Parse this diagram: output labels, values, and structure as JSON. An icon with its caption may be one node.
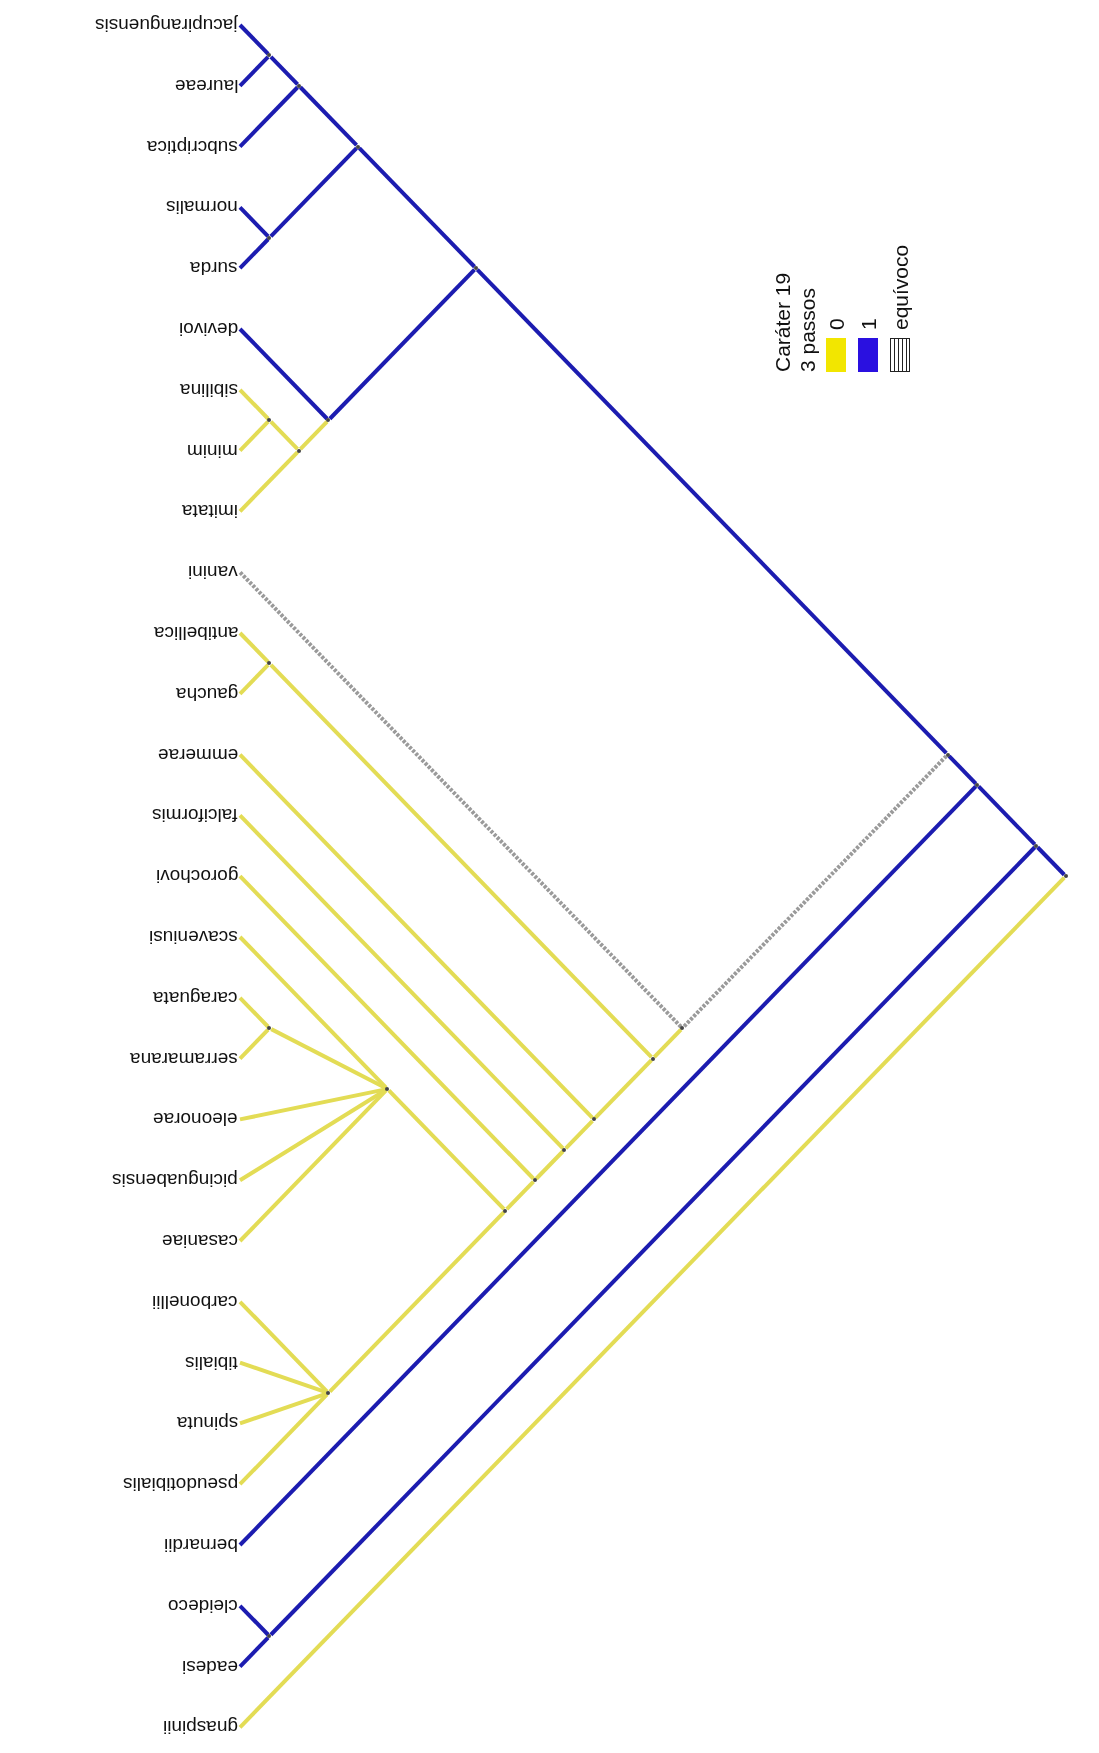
{
  "diagram": {
    "nodes": [
      {
        "text": [
          "jacupiranguensis"
        ]
      },
      {
        "text": [
          "laureae"
        ]
      },
      {
        "text": [
          "subcriptica"
        ]
      },
      {
        "text": [
          "normalis"
        ]
      },
      {
        "text": [
          "surda"
        ]
      },
      {
        "text": [
          "devivoi"
        ]
      },
      {
        "text": [
          "sibilina"
        ]
      },
      {
        "text": [
          "minim"
        ]
      },
      {
        "text": [
          "imitata"
        ]
      },
      {
        "text": [
          "vanini"
        ]
      },
      {
        "text": [
          "antibellica"
        ]
      },
      {
        "text": [
          "gaucha"
        ]
      },
      {
        "text": [
          "emmerae"
        ]
      },
      {
        "text": [
          "falciformis"
        ]
      },
      {
        "text": [
          "gorochovi"
        ]
      },
      {
        "text": [
          "scaveniusi"
        ]
      },
      {
        "text": [
          "caraguata"
        ]
      },
      {
        "text": [
          "serramarana"
        ]
      },
      {
        "text": [
          "eleonorae"
        ]
      },
      {
        "text": [
          "picinguabensis"
        ]
      },
      {
        "text": [
          "casaniae"
        ]
      },
      {
        "text": [
          "carbonellii"
        ]
      },
      {
        "text": [
          "tibialis"
        ]
      },
      {
        "text": [
          "spinuta"
        ]
      },
      {
        "text": [
          "pseudotibialis"
        ]
      },
      {
        "text": [
          "bernardii"
        ]
      },
      {
        "text": [
          "cleideco"
        ]
      },
      {
        "text": [
          "eadesi"
        ]
      },
      {
        "text": [
          "gnaspinii"
        ]
      },
      {
        "text": [],
        "shape": "point"
      },
      {
        "text": [],
        "shape": "point"
      },
      {
        "text": [],
        "shape": "point"
      },
      {
        "text": [],
        "shape": "point"
      },
      {
        "text": [],
        "shape": "point"
      },
      {
        "text": [],
        "shape": "point"
      },
      {
        "text": [],
        "shape": "point"
      },
      {
        "text": [],
        "shape": "point"
      },
      {
        "text": [],
        "shape": "point"
      },
      {
        "text": [],
        "shape": "point"
      },
      {
        "text": [],
        "shape": "point"
      },
      {
        "text": [],
        "shape": "point"
      },
      {
        "text": [],
        "shape": "point"
      },
      {
        "text": [],
        "shape": "point"
      },
      {
        "text": [],
        "shape": "point"
      },
      {
        "text": [],
        "shape": "point"
      },
      {
        "text": [],
        "shape": "point"
      },
      {
        "text": [],
        "shape": "point"
      },
      {
        "text": [],
        "shape": "point"
      },
      {
        "text": [],
        "shape": "point"
      },
      {
        "text": [],
        "shape": "point"
      },
      {
        "text": [],
        "shape": "point"
      },
      {
        "text": [],
        "shape": "point"
      }
    ],
    "edges": [
      {
        "from": 29,
        "to": 0,
        "arrow": "none",
        "color": "#1c1cb0"
      },
      {
        "from": 29,
        "to": 1,
        "arrow": "none",
        "color": "#1c1cb0"
      },
      {
        "from": 30,
        "to": 2,
        "arrow": "none",
        "color": "#1c1cb0"
      },
      {
        "from": 30,
        "to": 29,
        "arrow": "none",
        "color": "#1c1cb0"
      },
      {
        "from": 31,
        "to": 3,
        "arrow": "none",
        "color": "#1c1cb0"
      },
      {
        "from": 31,
        "to": 4,
        "arrow": "none",
        "color": "#1c1cb0"
      },
      {
        "from": 32,
        "to": 30,
        "arrow": "none",
        "color": "#1c1cb0"
      },
      {
        "from": 32,
        "to": 31,
        "arrow": "none",
        "color": "#1c1cb0"
      },
      {
        "from": 33,
        "to": 6,
        "arrow": "none"
      },
      {
        "from": 33,
        "to": 7,
        "arrow": "none"
      },
      {
        "from": 34,
        "to": 33,
        "arrow": "none"
      },
      {
        "from": 34,
        "to": 8,
        "arrow": "none"
      },
      {
        "from": 35,
        "to": 5,
        "arrow": "none",
        "color": "#1c1cb0"
      },
      {
        "from": 35,
        "to": 34,
        "arrow": "none"
      },
      {
        "from": 36,
        "to": 32,
        "arrow": "none",
        "color": "#1c1cb0"
      },
      {
        "from": 36,
        "to": 35,
        "arrow": "none",
        "color": "#1c1cb0"
      },
      {
        "from": 37,
        "to": 10,
        "arrow": "none"
      },
      {
        "from": 37,
        "to": 11,
        "arrow": "none"
      },
      {
        "from": 38,
        "to": 16,
        "arrow": "none"
      },
      {
        "from": 38,
        "to": 17,
        "arrow": "none"
      },
      {
        "from": 39,
        "to": 15,
        "arrow": "none"
      },
      {
        "from": 39,
        "to": 38,
        "arrow": "none"
      },
      {
        "from": 39,
        "to": 18,
        "arrow": "none"
      },
      {
        "from": 39,
        "to": 19,
        "arrow": "none"
      },
      {
        "from": 39,
        "to": 20,
        "arrow": "none"
      },
      {
        "from": 40,
        "to": 21,
        "arrow": "none"
      },
      {
        "from": 40,
        "to": 22,
        "arrow": "none"
      },
      {
        "from": 40,
        "to": 23,
        "arrow": "none"
      },
      {
        "from": 40,
        "to": 24,
        "arrow": "none"
      },
      {
        "from": 41,
        "to": 39,
        "arrow": "none"
      },
      {
        "from": 41,
        "to": 40,
        "arrow": "none"
      },
      {
        "from": 42,
        "to": 14,
        "arrow": "none"
      },
      {
        "from": 42,
        "to": 41,
        "arrow": "none"
      },
      {
        "from": 43,
        "to": 13,
        "arrow": "none"
      },
      {
        "from": 43,
        "to": 42,
        "arrow": "none"
      },
      {
        "from": 44,
        "to": 12,
        "arrow": "none"
      },
      {
        "from": 44,
        "to": 43,
        "arrow": "none"
      },
      {
        "from": 45,
        "to": 37,
        "arrow": "none"
      },
      {
        "from": 45,
        "to": 44,
        "arrow": "none"
      },
      {
        "from": 46,
        "to": 9,
        "arrow": "none",
        "style": "dashed",
        "color": "#9a9a9a"
      },
      {
        "from": 46,
        "to": 45,
        "arrow": "none"
      },
      {
        "from": 47,
        "to": 36,
        "arrow": "none",
        "color": "#1c1cb0"
      },
      {
        "from": 47,
        "to": 46,
        "arrow": "none",
        "style": "dashed",
        "color": "#9a9a9a"
      },
      {
        "from": 48,
        "to": 25,
        "arrow": "none",
        "color": "#1c1cb0"
      },
      {
        "from": 48,
        "to": 47,
        "arrow": "none",
        "color": "#1c1cb0"
      },
      {
        "from": 49,
        "to": 26,
        "arrow": "none",
        "color": "#1c1cb0"
      },
      {
        "from": 49,
        "to": 27,
        "arrow": "none",
        "color": "#1c1cb0"
      },
      {
        "from": 50,
        "to": 49,
        "arrow": "none",
        "color": "#1c1cb0"
      },
      {
        "from": 50,
        "to": 48,
        "arrow": "none",
        "color": "#1c1cb0"
      },
      {
        "from": 51,
        "to": 50,
        "arrow": "none",
        "color": "#1c1cb0"
      },
      {
        "from": 51,
        "to": 28,
        "arrow": "none"
      }
    ],
    "labels": [
      "Caráter 19",
      "3 passos"
    ],
    "legend": [
      {
        "text": "0",
        "color": "#f2e600"
      },
      {
        "text": "1",
        "color": "#2a10e0"
      },
      {
        "text": "equívoco"
      }
    ]
  }
}
